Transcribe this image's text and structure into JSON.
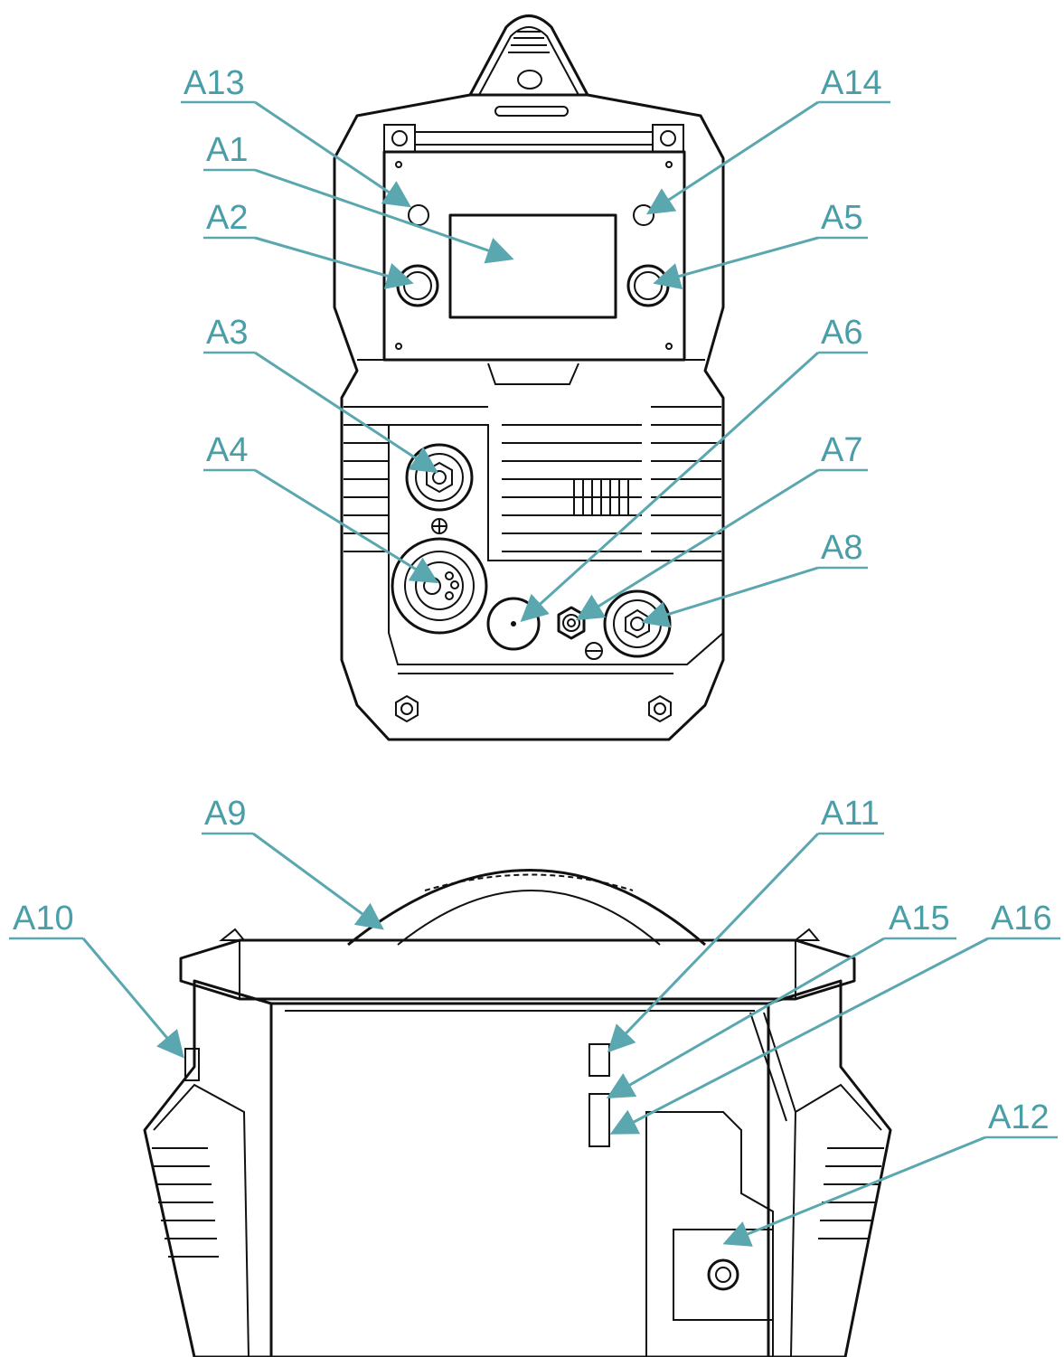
{
  "labels": {
    "a1": "A1",
    "a2": "A2",
    "a3": "A3",
    "a4": "A4",
    "a5": "A5",
    "a6": "A6",
    "a7": "A7",
    "a8": "A8",
    "a9": "A9",
    "a10": "A10",
    "a11": "A11",
    "a12": "A12",
    "a13": "A13",
    "a14": "A14",
    "a15": "A15",
    "a16": "A16"
  },
  "colors": {
    "label": "#4a9ea8",
    "leader": "#5aa7b0",
    "drawing": "#111111"
  }
}
